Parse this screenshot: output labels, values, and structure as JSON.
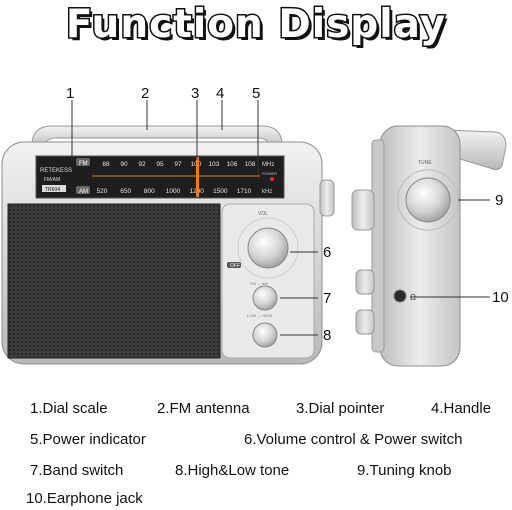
{
  "title": "Function Display",
  "callouts": [
    "1",
    "2",
    "3",
    "4",
    "5",
    "6",
    "7",
    "8",
    "9",
    "10"
  ],
  "captions": [
    "1.Dial scale",
    "2.FM antenna",
    "3.Dial pointer",
    "4.Handle",
    "5.Power indicator",
    "6.Volume control & Power switch",
    "7.Band switch",
    "8.High&Low tone",
    "9.Tuning knob",
    "10.Earphone jack"
  ],
  "radio": {
    "brand": "RETEKESS",
    "band_label": "FM/AM",
    "model": "TR604",
    "fm_tag": "FM",
    "am_tag": "AM",
    "fm_scale": [
      "88",
      "90",
      "92",
      "95",
      "97",
      "100",
      "103",
      "106",
      "108"
    ],
    "fm_unit": "MHz",
    "am_scale": [
      "520",
      "650",
      "800",
      "1000",
      "1200",
      "1500",
      "1710"
    ],
    "am_unit": "kHz",
    "power_label": "POWER",
    "vol_label": "VOL",
    "off_label": "OFF",
    "band_switch_label": "FM ↔ AM",
    "tone_label": "LOW ↔ HIGH",
    "tune_label": "TUNE"
  },
  "colors": {
    "body_silver": "#d8d8d8",
    "speaker_grille": "#3a3a3a",
    "dial_pointer": "#f07a1c",
    "dial_background": "#1e1e1e"
  }
}
